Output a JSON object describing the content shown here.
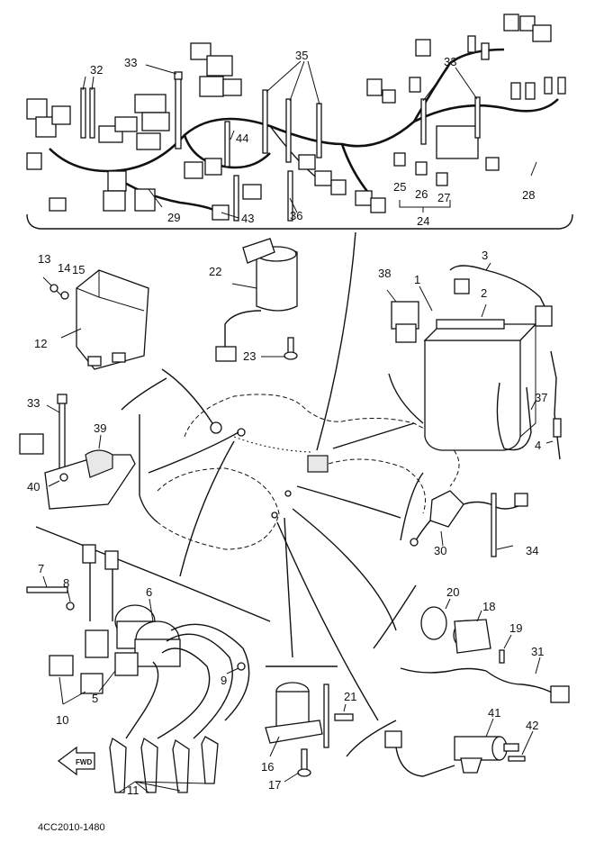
{
  "diagram": {
    "callouts": [
      "1",
      "2",
      "3",
      "4",
      "5",
      "6",
      "7",
      "8",
      "9",
      "10",
      "11",
      "12",
      "13",
      "14",
      "15",
      "16",
      "17",
      "18",
      "19",
      "20",
      "21",
      "22",
      "23",
      "24",
      "25",
      "26",
      "27",
      "28",
      "29",
      "30",
      "31",
      "32",
      "33",
      "34",
      "35",
      "36",
      "37",
      "38",
      "39",
      "40",
      "41",
      "42",
      "43",
      "44"
    ],
    "fwd_label": "FWD",
    "catalog_code": "4CC2010-1480"
  }
}
